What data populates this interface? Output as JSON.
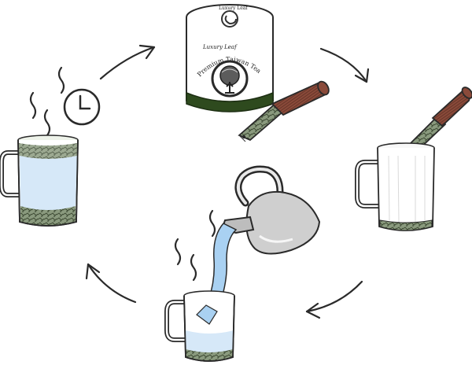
{
  "tin": {
    "brand_top": "Luxury Leaf",
    "brand_mid": "Luxury Leaf",
    "product": "Premium Taiwan Tea"
  },
  "colors": {
    "stroke": "#2a2a2a",
    "tin_band": "#2e4a1e",
    "scoop_wood": "#8a4a3a",
    "water": "#d6e8f8",
    "pour": "#a9d1f2",
    "leaves": "#556b4a",
    "kettle": "#cfcfcf"
  },
  "icons": {
    "clock": "clock-icon",
    "steam": "steam-icon",
    "arrow": "cycle-arrow-icon"
  }
}
